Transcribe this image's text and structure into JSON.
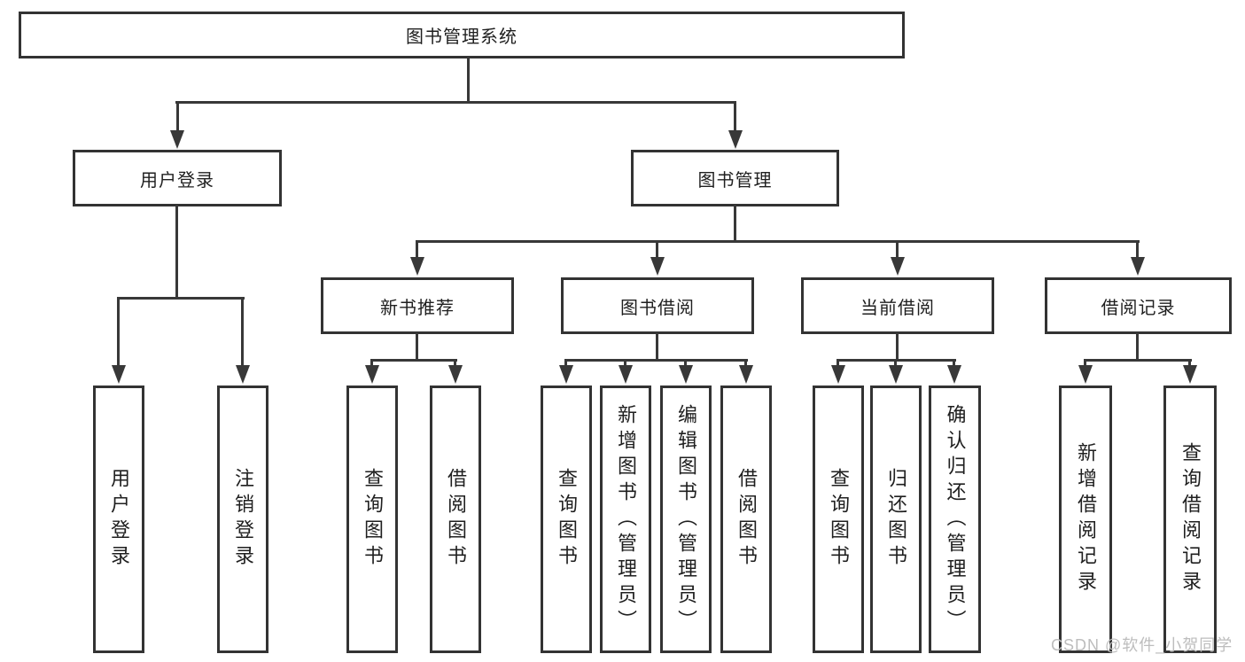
{
  "diagram": {
    "type": "hierarchy-tree",
    "title": "图书管理系统",
    "tree": {
      "label": "图书管理系统",
      "children": [
        {
          "label": "用户登录",
          "children": [
            {
              "label": "用户登录"
            },
            {
              "label": "注销登录"
            }
          ]
        },
        {
          "label": "图书管理",
          "children": [
            {
              "label": "新书推荐",
              "children": [
                {
                  "label": "查询图书"
                },
                {
                  "label": "借阅图书"
                }
              ]
            },
            {
              "label": "图书借阅",
              "children": [
                {
                  "label": "查询图书"
                },
                {
                  "label": "新增图书（管理员）"
                },
                {
                  "label": "编辑图书（管理员）"
                },
                {
                  "label": "借阅图书"
                }
              ]
            },
            {
              "label": "当前借阅",
              "children": [
                {
                  "label": "查询图书"
                },
                {
                  "label": "归还图书"
                },
                {
                  "label": "确认归还（管理员）"
                }
              ]
            },
            {
              "label": "借阅记录",
              "children": [
                {
                  "label": "新增借阅记录"
                },
                {
                  "label": "查询借阅记录"
                }
              ]
            }
          ]
        }
      ]
    }
  },
  "watermark": {
    "text": "CSDN @软件_小贺同学"
  },
  "colors": {
    "border": "#333333",
    "line": "#383838",
    "text": "#1f1f1f",
    "watermark": "#bdbdbd",
    "background": "#ffffff"
  }
}
